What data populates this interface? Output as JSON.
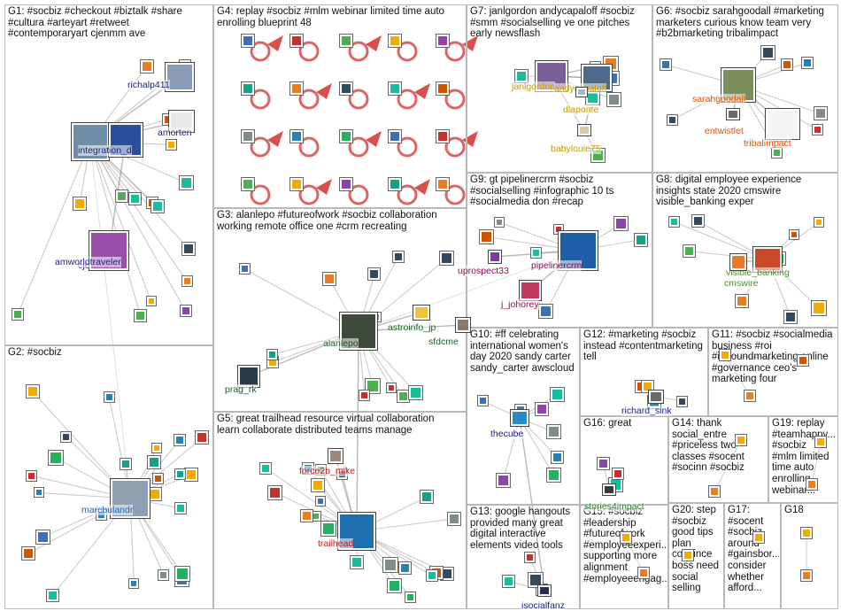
{
  "groups": [
    {
      "id": "G1",
      "label": "G1: #socbiz #checkout #biztalk #share\n#cultura #arteyart #retweet\n#contemporaryart cjenmm ave"
    },
    {
      "id": "G2",
      "label": "G2: #socbiz"
    },
    {
      "id": "G3",
      "label": "G3: alanlepo #futureofwork #socbiz collaboration\nworking remote office one #crm recreating"
    },
    {
      "id": "G4",
      "label": "G4: replay #socbiz #mlm webinar limited time auto\nenrolling blueprint 48"
    },
    {
      "id": "G5",
      "label": "G5: great trailhead resource virtual collaboration\nlearn collaborate distributed teams manage"
    },
    {
      "id": "G6",
      "label": "G6: #socbiz sarahgoodall #marketing\nmarketers curious know team very\n#b2bmarketing tribalimpact"
    },
    {
      "id": "G7",
      "label": "G7: janlgordon andycapaloff #socbiz\n#smm #socialselling ve one pitches\nearly newsflash"
    },
    {
      "id": "G8",
      "label": "G8: digital employee experience\ninsights state 2020 cmswire\nvisible_banking exper"
    },
    {
      "id": "G9",
      "label": "G9: gt pipelinercrm #socbiz\n#socialselling #infographic 10 ts\n#socialmedia don #recap"
    },
    {
      "id": "G10",
      "label": "G10: #ff celebrating\ninternational women's\nday 2020 sandy carter\nsandy_carter awscloud"
    },
    {
      "id": "G11",
      "label": "G11: #socbiz #socialmedia\nbusiness #roi\n#inboundmarketing online\n#governance ceo's\nmarketing four"
    },
    {
      "id": "G12",
      "label": "G12: #marketing #socbiz\ninstead #contentmarketing\ntell"
    },
    {
      "id": "G13",
      "label": "G13: google hangouts\nprovided many great\ndigital interactive\nelements video tools"
    },
    {
      "id": "G14",
      "label": "G14: thank\nsocial_entre\n#priceless two\nclasses #socent\n#socinn #socbiz"
    },
    {
      "id": "G15",
      "label": "G15: #socbiz\n#leadership\n#futureofwork\n#employeeexperi...\nsupporting more\nalignment\n#employeeengag..."
    },
    {
      "id": "G16",
      "label": "G16: great"
    },
    {
      "id": "G17",
      "label": "G17:\n#socent\n#socbiz\naround\n#gainsbor...\nconsider\nwhether\nafford..."
    },
    {
      "id": "G18",
      "label": "G18"
    },
    {
      "id": "G19",
      "label": "G19: replay\n#teamhappy...\n#socbiz\n#mlm limited\ntime auto\nenrolling\nwebinar..."
    },
    {
      "id": "G20",
      "label": "G20: step\n#socbiz\ngood tips\nplan\nconvince\nboss need\nsocial\nselling"
    }
  ],
  "nodes": [
    {
      "id": "richalp411",
      "label": "richalp411",
      "color": "#1a237e",
      "fill": "#8a9bb5"
    },
    {
      "id": "cjenmm",
      "label": "cjenmm",
      "color": "#1a237e",
      "fill": "#6f8fa8"
    },
    {
      "id": "integration_d",
      "label": "integration_d",
      "color": "#1a237e",
      "fill": "#2a4f9e"
    },
    {
      "id": "amorten",
      "label": "amorten",
      "color": "#1a237e",
      "fill": "#e8e8e8"
    },
    {
      "id": "amworldtraveler",
      "label": "amworldtraveler",
      "color": "#1a237e",
      "fill": "#9a4fa8"
    },
    {
      "id": "marcbulandr",
      "label": "marcbulandr",
      "color": "#1565c0",
      "fill": "#8f9fb0"
    },
    {
      "id": "alanlepo",
      "label": "alanlepo",
      "color": "#1b5e20",
      "fill": "#3e4a3a"
    },
    {
      "id": "astroinfo_jp",
      "label": "astroinfo_jp",
      "color": "#1b5e20",
      "fill": "#f2c23a"
    },
    {
      "id": "sfdcme",
      "label": "sfdcme",
      "color": "#1b5e20",
      "fill": "#8d7a66"
    },
    {
      "id": "prag_rk",
      "label": "prag_rk",
      "color": "#1b5e20",
      "fill": "#2b3a4a"
    },
    {
      "id": "force2b_mike",
      "label": "force2b_mike",
      "color": "#b71c1c",
      "fill": "#a08878"
    },
    {
      "id": "trailhead",
      "label": "trailhead",
      "color": "#b71c1c",
      "fill": "#1e6fb0"
    },
    {
      "id": "janlgordon",
      "label": "janlgordon",
      "color": "#c79a00",
      "fill": "#7a5f9a"
    },
    {
      "id": "andycapaloff",
      "label": "andycapaloff",
      "color": "#c79a00",
      "fill": "#4d6a8a"
    },
    {
      "id": "dlaponte",
      "label": "dlaponte",
      "color": "#c79a00",
      "fill": "#a8b8c8"
    },
    {
      "id": "babylouie75",
      "label": "babylouie75",
      "color": "#c79a00",
      "fill": "#d8c8b0"
    },
    {
      "id": "sarahgoodall",
      "label": "sarahgoodall",
      "color": "#e65100",
      "fill": "#7a8f5a"
    },
    {
      "id": "entwistlet",
      "label": "entwistlet",
      "color": "#e65100",
      "fill": "#6a6a6a"
    },
    {
      "id": "tribalimpact",
      "label": "tribalimpact",
      "color": "#e65100",
      "fill": "#f4f4f4"
    },
    {
      "id": "pipelinercrm",
      "label": "pipelinercrm",
      "color": "#880e4f",
      "fill": "#1f5fa8"
    },
    {
      "id": "uprospect33",
      "label": "uprospect33",
      "color": "#880e4f",
      "fill": "#7a3aa0"
    },
    {
      "id": "j_johorey",
      "label": "j_johorey",
      "color": "#880e4f",
      "fill": "#c03a60"
    },
    {
      "id": "visible_banking",
      "label": "visible_banking",
      "color": "#558b2f",
      "fill": "#c84a2a"
    },
    {
      "id": "cmswire",
      "label": "cmswire",
      "color": "#558b2f",
      "fill": "#e87a2a"
    },
    {
      "id": "thecube",
      "label": "thecube",
      "color": "#1a237e",
      "fill": "#2a8ac8"
    },
    {
      "id": "richard_sink",
      "label": "richard_sink",
      "color": "#1a237e",
      "fill": "#6a6a6a"
    },
    {
      "id": "stories4impact",
      "label": "stories4impact",
      "color": "#2e7d32",
      "fill": "#3a3a3a"
    },
    {
      "id": "isocialfanz",
      "label": "isocialfanz",
      "color": "#1a237e",
      "fill": "#2a2a5a"
    }
  ],
  "legend": {
    "cut_label": "c"
  }
}
